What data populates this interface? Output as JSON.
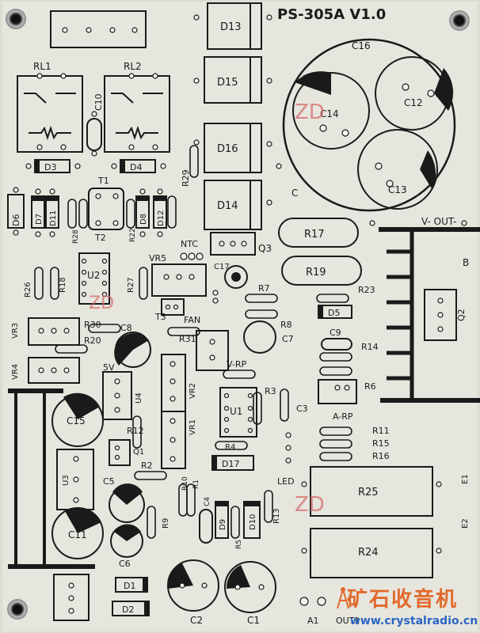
{
  "board": {
    "title": "PS-305A V1.0",
    "background": "#e4e4dc",
    "silk_color": "#1a1a1a",
    "pad_color": "#f2f2ec",
    "red_marks": [
      "ZD",
      "ZD",
      "ZD"
    ]
  },
  "labels": {
    "d13": "D13",
    "d15": "D15",
    "d16": "D16",
    "d14": "D14",
    "c16": "C16",
    "c14": "C14",
    "c12": "C12",
    "c13": "C13",
    "rl1": "RL1",
    "rl2": "RL2",
    "c10": "C10",
    "d3": "D3",
    "d4": "D4",
    "r29": "R29",
    "d6": "D6",
    "d7": "D7",
    "d11": "D11",
    "d8": "D8",
    "d12": "D12",
    "t1": "T1",
    "t2": "T2",
    "r28": "R28",
    "r22": "R22",
    "c": "C",
    "v_out": "V- OUT-",
    "b": "B",
    "r17": "R17",
    "r19": "R19",
    "ntc": "NTC",
    "q3": "Q3",
    "vr5": "VR5",
    "c17": "C17",
    "r26": "R26",
    "r18": "R18",
    "u2": "U2",
    "r27": "R27",
    "t3": "T3",
    "r7": "R7",
    "r23": "R23",
    "fan": "FAN",
    "d5": "D5",
    "q2": "Q2",
    "vr3": "VR3",
    "r30": "R30",
    "c8": "C8",
    "r8": "R8",
    "r20": "R20",
    "r31": "R31",
    "c7": "C7",
    "c9": "C9",
    "r14": "R14",
    "vr4": "VR4",
    "v5": "5V",
    "v_rp": "V-RP",
    "r6": "R6",
    "c15": "C15",
    "u4": "U4",
    "vr2": "VR2",
    "r3": "R3",
    "u1": "U1",
    "c3": "C3",
    "a_rp": "A-RP",
    "vr1": "VR1",
    "r12": "R12",
    "r11": "R11",
    "r15": "R15",
    "r16": "R16",
    "q1": "Q1",
    "r4": "R4",
    "d17": "D17",
    "u3": "U3",
    "r2": "R2",
    "led": "LED",
    "e1": "E1",
    "c5": "C5",
    "r10": "R10",
    "r1": "R1",
    "r25": "R25",
    "c4": "C4",
    "d9": "D9",
    "d10": "D10",
    "r13": "R13",
    "r9": "R9",
    "c11": "C11",
    "c6": "C6",
    "r5": "R5",
    "e2": "E2",
    "r24": "R24",
    "d1": "D1",
    "d2": "D2",
    "c2": "C2",
    "c1": "C1",
    "a1": "A1",
    "out1": "OUT1"
  },
  "watermark": {
    "cn": "矿石收音机",
    "url": "www.crystalradio.cn",
    "cn_color": "#e26a2c",
    "url_color": "#2a66c2"
  }
}
